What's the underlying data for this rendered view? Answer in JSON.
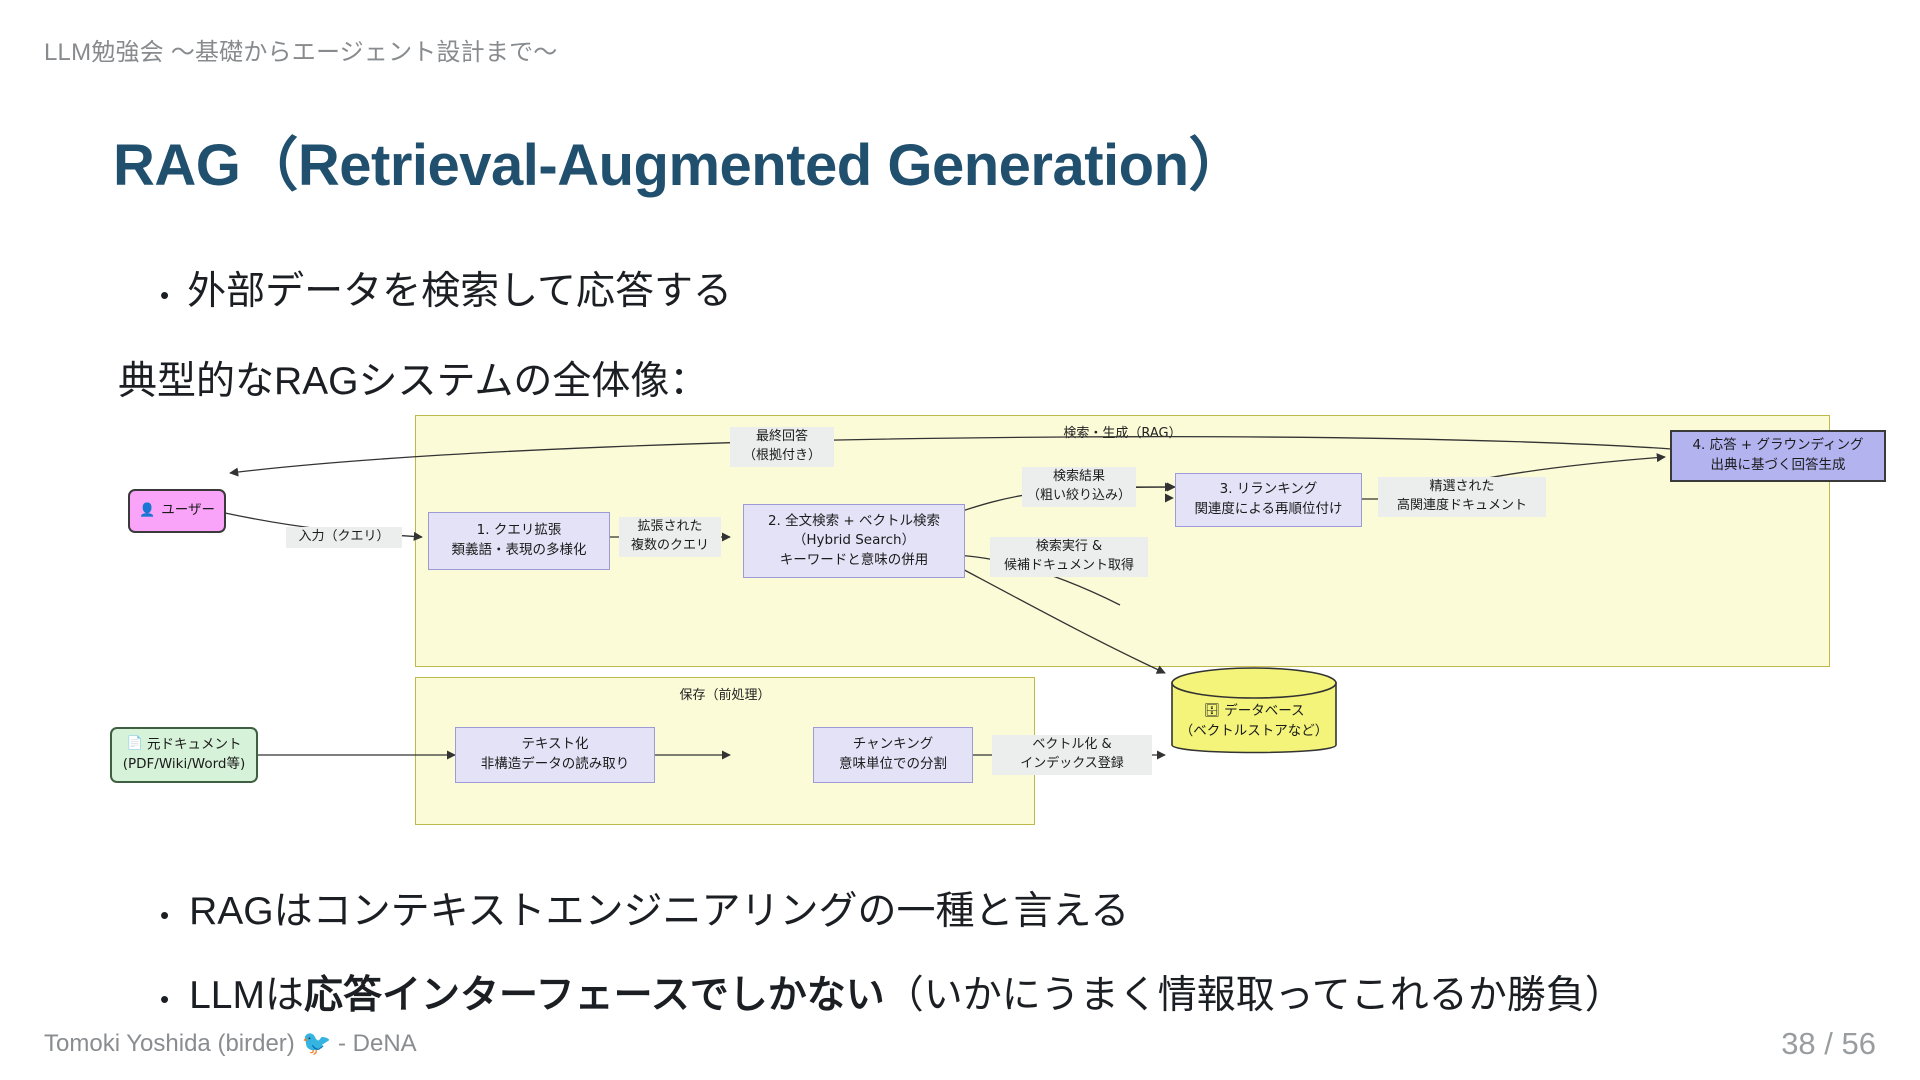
{
  "header": {
    "eyebrow": "LLM勉強会 〜基礎からエージェント設計まで〜"
  },
  "title": "RAG（Retrieval-Augmented Generation）",
  "top_bullets": [
    {
      "marker": "•",
      "text": "外部データを検索して応答する"
    }
  ],
  "lead": "典型的なRAGシステムの全体像：",
  "diagram": {
    "groups": [
      {
        "name": "rag-group",
        "label": "検索・生成（RAG）"
      },
      {
        "name": "store-group",
        "label": "保存（前処理）"
      }
    ],
    "nodes": {
      "user": {
        "icon": "user-icon",
        "glyph": "👤",
        "label": "ユーザー"
      },
      "source_doc": {
        "icon": "document-icon",
        "glyph": "📄",
        "line1": "元ドキュメント",
        "line2": "(PDF/Wiki/Word等)"
      },
      "query_expansion": {
        "line1": "1. クエリ拡張",
        "line2": "類義語・表現の多様化"
      },
      "hybrid_search": {
        "line1": "2. 全文検索 + ベクトル検索",
        "line2": "（Hybrid Search）",
        "line3": "キーワードと意味の併用"
      },
      "reranking": {
        "line1": "3. リランキング",
        "line2": "関連度による再順位付け"
      },
      "generation": {
        "line1": "4. 応答 + グラウンディング",
        "line2": "出典に基づく回答生成"
      },
      "textify": {
        "line1": "テキスト化",
        "line2": "非構造データの読み取り"
      },
      "chunking": {
        "line1": "チャンキング",
        "line2": "意味単位での分割"
      },
      "database": {
        "icon": "database-icon",
        "glyph": "🗄",
        "line1": "データベース",
        "line2": "（ベクトルストアなど）"
      }
    },
    "edges": {
      "final_answer": "最終回答\n（根拠付き）",
      "input_query": "入力（クエリ）",
      "expanded_queries": "拡張された\n複数のクエリ",
      "search_results": "検索結果\n（粗い絞り込み）",
      "search_exec": "検索実行 &\n候補ドキュメント取得",
      "curated_docs": "精選された\n高関連度ドキュメント",
      "vectorize_index": "ベクトル化 &\nインデックス登録"
    }
  },
  "bottom_bullets": [
    {
      "marker": "•",
      "plain_before": "RAGはコンテキストエンジニアリングの一種と言える",
      "bold": "",
      "plain_after": ""
    },
    {
      "marker": "•",
      "plain_before": "LLMは",
      "bold": "応答インターフェースでしかない",
      "plain_after": "（いかにうまく情報取ってこれるか勝負）"
    }
  ],
  "footer": {
    "author": "Tomoki Yoshida (birder) 🐦 - DeNA",
    "page": "38 / 56"
  },
  "colors": {
    "title": "#21506e",
    "group_fill": "#fcfbd8",
    "group_stroke": "#bfb84a",
    "process_fill": "#e4e2f7",
    "process_stroke": "#9e9ad6",
    "user_fill": "#f9a3f9",
    "doc_fill": "#d6f2d9",
    "db_fill": "#f4f47a",
    "edge_label_bg": "#eceded"
  }
}
